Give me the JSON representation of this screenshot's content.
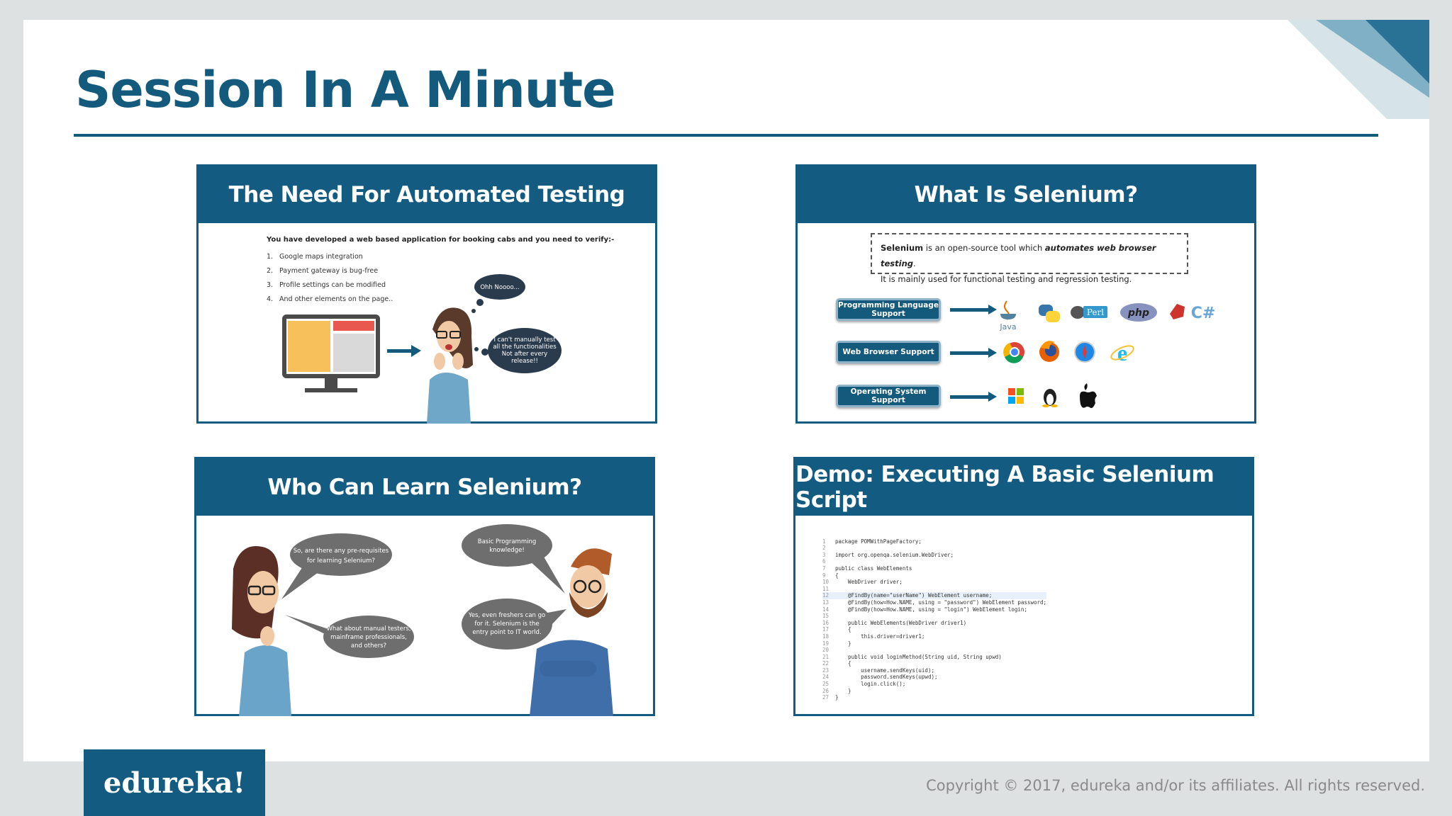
{
  "slide": {
    "title": "Session In A Minute",
    "footer": {
      "logo": "edureka!",
      "copyright": "Copyright © 2017, edureka and/or its affiliates. All rights reserved."
    }
  },
  "cards": {
    "need": {
      "title": "The Need For Automated Testing",
      "intro": "You have developed a web based application for booking cabs and you need to verify:-",
      "items": [
        {
          "n": "1.",
          "text": "Google maps integration"
        },
        {
          "n": "2.",
          "text": "Payment gateway is bug-free"
        },
        {
          "n": "3.",
          "text": "Profile settings can be modified"
        },
        {
          "n": "4.",
          "text": "And other elements on the page.."
        }
      ],
      "bubble_small": "Ohh Noooo...",
      "bubble_large": [
        "I can't manually test",
        "all the functionalities",
        "Not after every",
        "release!!"
      ]
    },
    "what": {
      "title": "What Is Selenium?",
      "def_bold": "Selenium",
      "def_mid": " is an open-source tool which ",
      "def_italic": "automates web browser testing",
      "def_end": ".",
      "def_line2": "It is mainly used for functional testing and regression testing.",
      "support": {
        "language": [
          "Programming Language",
          "Support"
        ],
        "browser": "Web Browser Support",
        "os": "Operating System Support"
      },
      "lang_labels": {
        "java": "Java",
        "perl": "Perl",
        "php": "php",
        "csharp": "C#"
      }
    },
    "who": {
      "title": "Who Can Learn Selenium?",
      "bubble1": [
        "So, are there any pre-requisites",
        "for learning Selenium?"
      ],
      "bubble2": [
        "What about manual testers,",
        "mainframe professionals,",
        "and others?"
      ],
      "bubble3": [
        "Basic Programming",
        "knowledge!"
      ],
      "bubble4": [
        "Yes, even freshers can go",
        "for it. Selenium is the",
        "entry point to IT world."
      ]
    },
    "demo": {
      "title": "Demo: Executing A Basic Selenium Script",
      "code": [
        {
          "ln": "1",
          "text": "package POMWithPageFactory;"
        },
        {
          "ln": "2",
          "text": ""
        },
        {
          "ln": "3",
          "text": "import org.openqa.selenium.WebDriver;"
        },
        {
          "ln": "6",
          "text": ""
        },
        {
          "ln": "7",
          "text": "public class WebElements"
        },
        {
          "ln": "9",
          "text": "{"
        },
        {
          "ln": "10",
          "text": "    WebDriver driver;"
        },
        {
          "ln": "11",
          "text": ""
        },
        {
          "ln": "12",
          "text": "    @FindBy(name=\"userName\") WebElement username;"
        },
        {
          "ln": "13",
          "text": "    @FindBy(how=How.NAME, using = \"password\") WebElement password;"
        },
        {
          "ln": "14",
          "text": "    @FindBy(how=How.NAME, using = \"login\") WebElement login;"
        },
        {
          "ln": "15",
          "text": ""
        },
        {
          "ln": "16",
          "text": "    public WebElements(WebDriver driver1)"
        },
        {
          "ln": "17",
          "text": "    {"
        },
        {
          "ln": "18",
          "text": "        this.driver=driver1;"
        },
        {
          "ln": "19",
          "text": "    }"
        },
        {
          "ln": "20",
          "text": ""
        },
        {
          "ln": "21",
          "text": "    public void loginMethod(String uid, String upwd)"
        },
        {
          "ln": "22",
          "text": "    {"
        },
        {
          "ln": "23",
          "text": "        username.sendKeys(uid);"
        },
        {
          "ln": "24",
          "text": "        password.sendKeys(upwd);"
        },
        {
          "ln": "25",
          "text": "        login.click();"
        },
        {
          "ln": "26",
          "text": "    }"
        },
        {
          "ln": "27",
          "text": "}"
        }
      ]
    }
  },
  "colors": {
    "brand": "#135b80",
    "title": "#145a7c"
  }
}
